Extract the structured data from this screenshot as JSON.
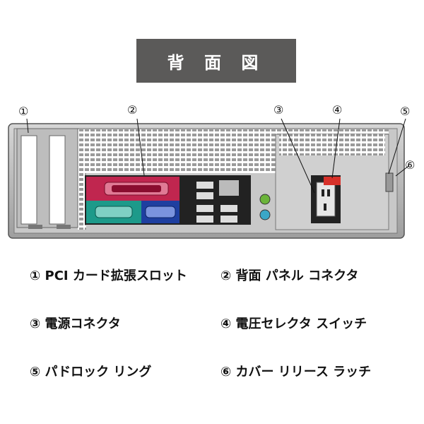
{
  "title": "背 面 図",
  "callouts": [
    "①",
    "②",
    "③",
    "④",
    "⑤",
    "⑥"
  ],
  "legend": [
    {
      "num": "①",
      "text": "PCI カード拡張スロット"
    },
    {
      "num": "②",
      "text": "背面 パネル コネクタ"
    },
    {
      "num": "③",
      "text": "電源コネクタ"
    },
    {
      "num": "④",
      "text": "電圧セレクタ スイッチ"
    },
    {
      "num": "⑤",
      "text": "パドロック リング"
    },
    {
      "num": "⑥",
      "text": "カバー リリース ラッチ"
    }
  ],
  "colors": {
    "title_bg": "#5b5a59",
    "parallel": "#c0264f",
    "serial": "#1d9a8a",
    "vga": "#1e3fa0",
    "audio_green": "#6bb43a",
    "audio_blue": "#3aa7c7",
    "voltage_switch": "#d7312a"
  }
}
